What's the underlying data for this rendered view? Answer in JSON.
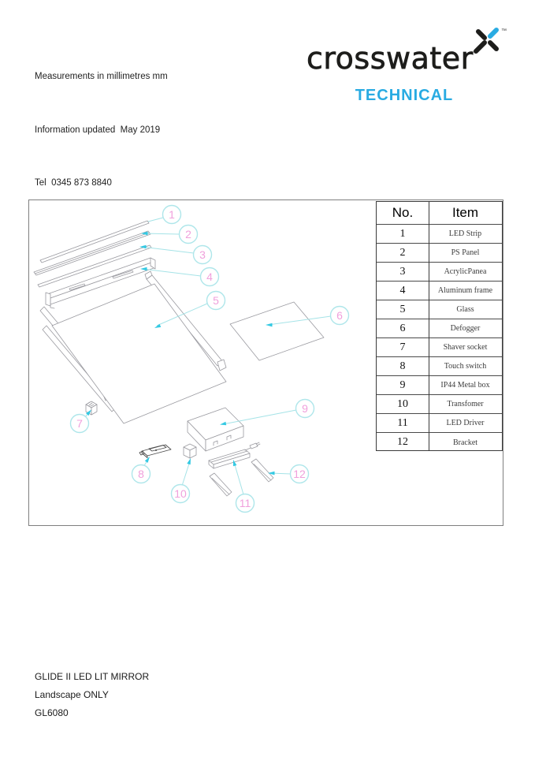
{
  "colors": {
    "accent_cyan": "#29abe2",
    "callout_pink": "#f0a0dc",
    "callout_circle_cyan": "#aee6ea",
    "arrow_cyan": "#33c9e3",
    "drawing_line_gray": "#9a9aa0"
  },
  "header": {
    "info_lines": [
      "Measurements in millimetres mm",
      "Information updated  May 2019",
      "Tel  0345 873 8840"
    ]
  },
  "brand": {
    "logo_text": "crosswater",
    "trademark": "™",
    "tagline": "TECHNICAL"
  },
  "parts_table": {
    "col_no": "No.",
    "col_item": "Item",
    "rows": [
      {
        "no": "1",
        "item": "LED Strip"
      },
      {
        "no": "2",
        "item": "PS Panel"
      },
      {
        "no": "3",
        "item": "AcrylicPanea"
      },
      {
        "no": "4",
        "item": "Aluminum frame"
      },
      {
        "no": "5",
        "item": "Glass"
      },
      {
        "no": "6",
        "item": "Defogger"
      },
      {
        "no": "7",
        "item": "Shaver socket"
      },
      {
        "no": "8",
        "item": "Touch switch"
      },
      {
        "no": "9",
        "item": "IP44 Metal box"
      },
      {
        "no": "10",
        "item": "Transfomer"
      },
      {
        "no": "11",
        "item": "LED Driver"
      },
      {
        "no": "12",
        "item": "Bracket"
      }
    ]
  },
  "callouts": [
    "1",
    "2",
    "3",
    "4",
    "5",
    "6",
    "7",
    "8",
    "9",
    "10",
    "11",
    "12"
  ],
  "footer": {
    "line1": "GLIDE II LED LIT MIRROR",
    "line2": "Landscape ONLY",
    "line3": "GL6080"
  }
}
